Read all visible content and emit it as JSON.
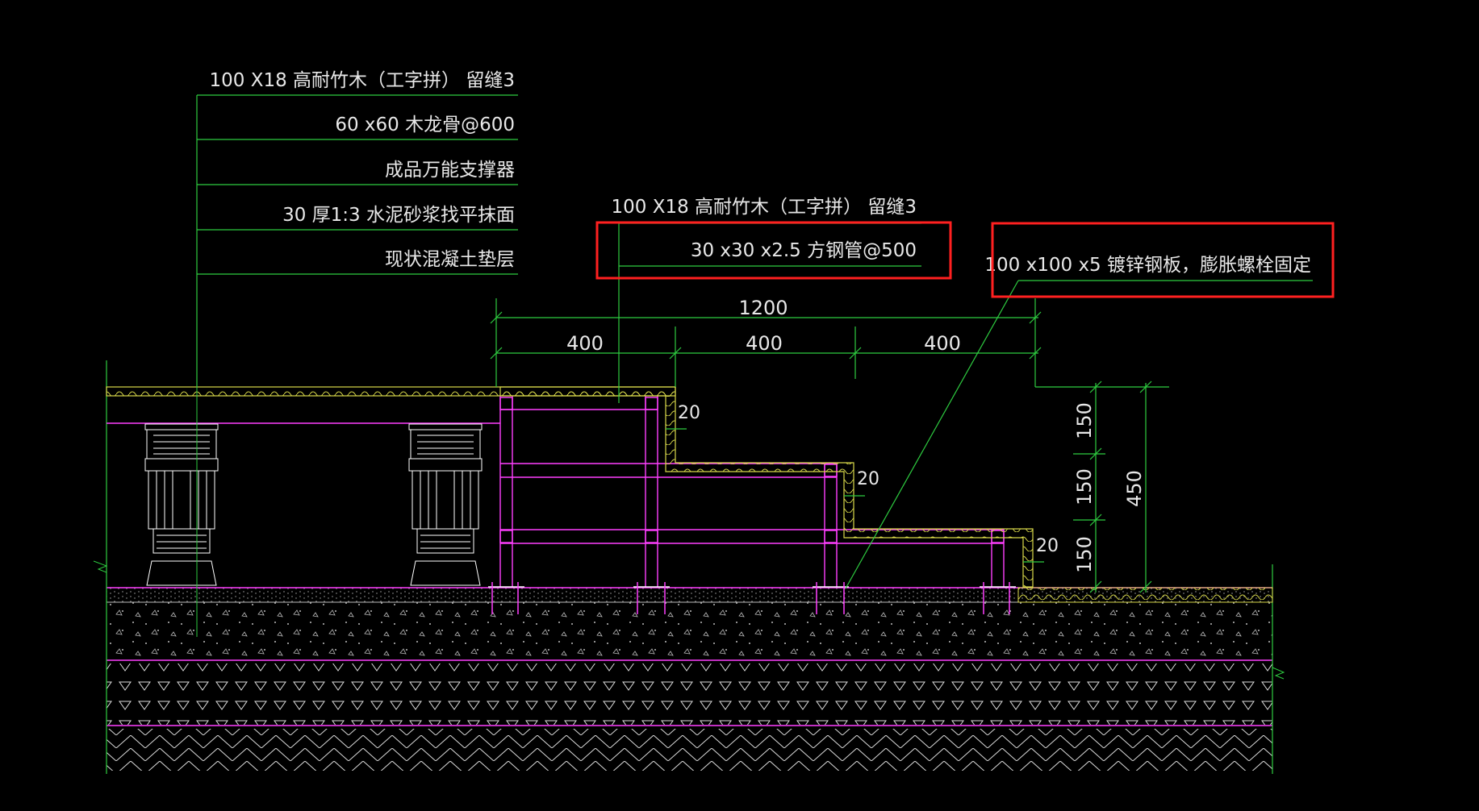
{
  "colors": {
    "background": "#000000",
    "text": "#e8e8e8",
    "leader_green": "#2ecc40",
    "magenta": "#ff3fff",
    "yellow": "#d8d84a",
    "white": "#ffffff",
    "highlight_red": "#ff2020"
  },
  "left_callout": {
    "labels": [
      "100 X18 高耐竹木（工字拼） 留缝3",
      "60 x60 木龙骨@600",
      "成品万能支撑器",
      "30 厚1:3 水泥砂浆找平抹面",
      "现状混凝土垫层"
    ]
  },
  "step_callout": {
    "upper_label": "100 X18 高耐竹木（工字拼） 留缝3",
    "lower_label": "30 x30 x2.5 方钢管@500"
  },
  "plate_callout": {
    "label": "100 x100 x5 镀锌钢板，膨胀螺栓固定"
  },
  "dimensions": {
    "total_width": "1200",
    "segments": [
      "400",
      "400",
      "400"
    ],
    "gaps": [
      "20",
      "20",
      "20"
    ],
    "risers": [
      "150",
      "150",
      "150"
    ],
    "total_height": "450"
  }
}
